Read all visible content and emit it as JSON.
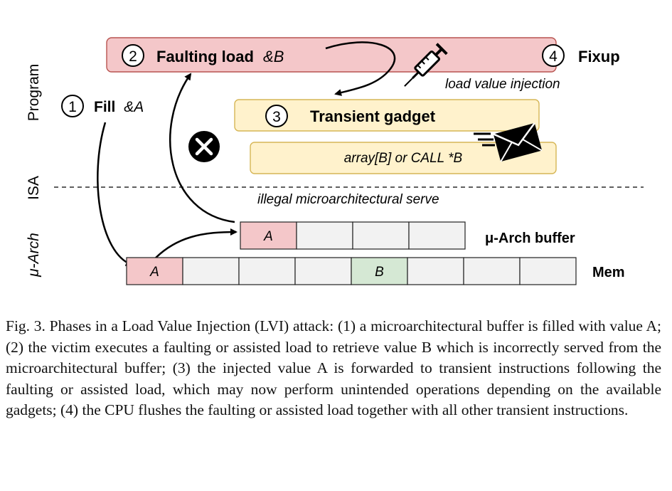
{
  "rows": {
    "program": "Program",
    "isa": "ISA",
    "uarch": "μ-Arch"
  },
  "steps": {
    "fill": {
      "number": "1",
      "label": "Fill",
      "arg": "&A"
    },
    "faulting_load": {
      "number": "2",
      "label": "Faulting load",
      "arg": "&B"
    },
    "transient_gadget": {
      "number": "3",
      "label": "Transient gadget"
    },
    "fixup": {
      "number": "4",
      "label": "Fixup"
    }
  },
  "gadget_code": "array[B] or CALL *B",
  "load_value_injection": "load value injection",
  "illegal_serve": "illegal microarchitectural serve",
  "buffer": {
    "label": "μ-Arch buffer",
    "cells": [
      "A",
      "",
      "",
      ""
    ]
  },
  "memory": {
    "label": "Mem",
    "cells": [
      "A",
      "",
      "",
      "",
      "B",
      "",
      "",
      ""
    ]
  },
  "colors": {
    "red_fill": "#f4c7c9",
    "red_stroke": "#b85450",
    "yellow_fill": "#fff2cc",
    "yellow_stroke": "#d6b656",
    "green_fill": "#d5e8d4",
    "green_stroke": "#82b366",
    "gray_fill": "#f2f2f2"
  },
  "caption": {
    "prefix": "Fig. 3.",
    "text": "Phases in a Load Value Injection (LVI) attack: (1) a microarchitectural buffer is filled with value A; (2) the victim executes a faulting or assisted load to retrieve value B which is incorrectly served from the microarchitectural buffer; (3) the injected value A is forwarded to transient instructions following the faulting or assisted load, which may now perform unintended operations depending on the available gadgets; (4) the CPU flushes the faulting or assisted load together with all other transient instructions."
  }
}
